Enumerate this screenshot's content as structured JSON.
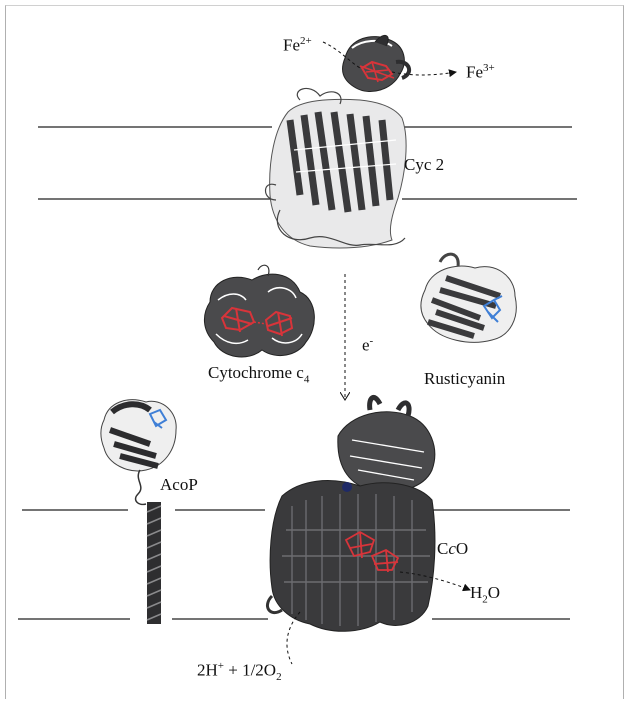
{
  "labels": {
    "fe2": {
      "base": "Fe",
      "sup": "2+"
    },
    "fe3": {
      "base": "Fe",
      "sup": "3+"
    },
    "cyc2": "Cyc 2",
    "electron": {
      "base": "e",
      "sup": "-"
    },
    "cytochrome": {
      "base": "Cytochrome c",
      "sub": "4"
    },
    "rusticyanin": "Rusticyanin",
    "acop": "AcoP",
    "cco": {
      "c1": "C",
      "c2": "c",
      "c3": "O"
    },
    "water": {
      "h": "H",
      "sub": "2",
      "o": "O"
    },
    "reaction": {
      "a": "2H",
      "sup": "+",
      "b": " + 1/2O",
      "sub": "2"
    }
  },
  "colors": {
    "protein": "#3a3a3c",
    "heme": "#d8343a",
    "copper": "#3f7fd6",
    "membrane": "#222222"
  }
}
